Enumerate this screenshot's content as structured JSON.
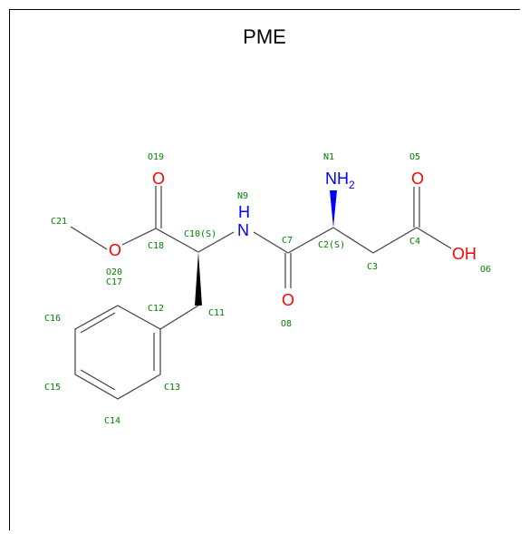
{
  "title": "PME",
  "colors": {
    "bond": "#404040",
    "oxygen": "#ff0000",
    "nitrogen": "#0000ff",
    "atom_label": "#008000",
    "wedge_black": "#000000",
    "wedge_blue": "#0000ff"
  },
  "atoms": {
    "O19": "O",
    "O5": "O",
    "O20": "O",
    "O8": "O",
    "O6": "OH",
    "N9": "N",
    "H9": "H",
    "N1": "NH",
    "N1_sub": "2"
  },
  "labels": {
    "O19": "O19",
    "N1": "N1",
    "O5": "O5",
    "N9": "N9",
    "C21": "C21",
    "C10": "C10(S)",
    "C7": "C7",
    "C2": "C2(S)",
    "C18": "C18",
    "C4": "C4",
    "O20": "O20",
    "C17": "C17",
    "C3": "C3",
    "O6": "O6",
    "C16": "C16",
    "C12": "C12",
    "C11": "C11",
    "O8": "O8",
    "C15": "C15",
    "C13": "C13",
    "C14": "C14"
  }
}
